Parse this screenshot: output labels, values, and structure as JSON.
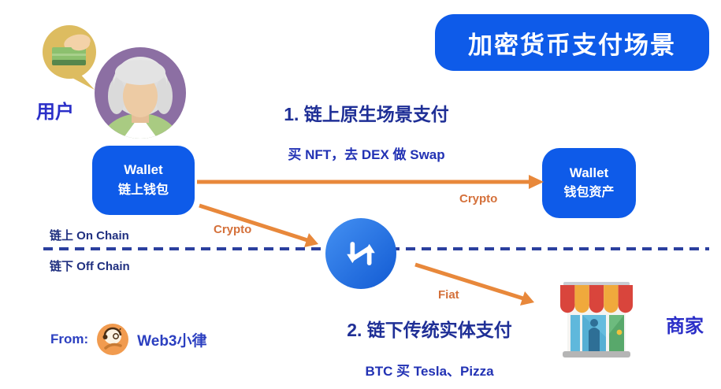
{
  "title_banner": {
    "text": "加密货币支付场景"
  },
  "user_section": {
    "label": "用户"
  },
  "wallet_left": {
    "title": "Wallet",
    "subtitle": "链上钱包"
  },
  "wallet_right": {
    "title": "Wallet",
    "subtitle": "钱包资产"
  },
  "scenario_onchain": {
    "heading": "1. 链上原生场景支付",
    "example": "买 NFT，去 DEX 做 Swap"
  },
  "scenario_offchain": {
    "heading": "2. 链下传统实体支付",
    "example": "BTC 买 Tesla、Pizza"
  },
  "flow_labels": {
    "crypto_wallet_to_wallet": "Crypto",
    "crypto_wallet_to_bridge": "Crypto",
    "fiat_to_merchant": "Fiat"
  },
  "chain_divider": {
    "above": "链上 On Chain",
    "below": "链下 Off Chain"
  },
  "merchant_section": {
    "label": "商家"
  },
  "attribution": {
    "from_label": "From:",
    "source_name": "Web3小律"
  },
  "icons": {
    "card_payment_bubble": "hand-holding-bank-card-speech-bubble",
    "user_avatar": "elderly-user-avatar",
    "swap_transfer": "crypto-fiat-swap-arrows",
    "storefront": "merchant-storefront",
    "web3_logo": "web3-xiaolv-cartoon-logo"
  },
  "colors": {
    "primary_blue": "#0E5BE9",
    "swap_circle_blue": "#2B7CE9",
    "navy_heading": "#1F2F96",
    "label_blue": "#2B2FC8",
    "arrow_orange": "#E8883B",
    "flow_text_orange": "#D4703A",
    "divider_navy": "#2B3F9E"
  }
}
